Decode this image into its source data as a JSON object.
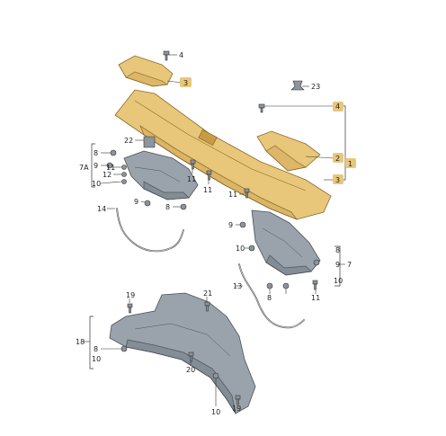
{
  "colors": {
    "plenum_panel": "#e8c77a",
    "insulation": "#9aa3ab",
    "leader": "#333333"
  },
  "labels": {
    "n1": "1",
    "n2": "2",
    "n3a": "3",
    "n3b": "3",
    "n4a": "4",
    "n4b": "4",
    "n23": "23",
    "n22": "22",
    "n8a": "8",
    "n9a": "9",
    "n7A": "7A",
    "n11a": "11",
    "n12": "12",
    "n10a": "10",
    "n11b": "11",
    "n11c": "11",
    "n11d": "11",
    "n9b": "9",
    "n8b": "8",
    "n14": "14",
    "n9c": "9",
    "n10b": "10",
    "n8c": "8",
    "n9d": "9",
    "n7": "7",
    "n10c": "10",
    "n13": "13",
    "n8d": "8",
    "n11e": "11",
    "n19a": "19",
    "n21": "21",
    "n18": "18",
    "n8e": "8",
    "n10d": "10",
    "n20": "20",
    "n10e": "10",
    "n19b": "19"
  }
}
